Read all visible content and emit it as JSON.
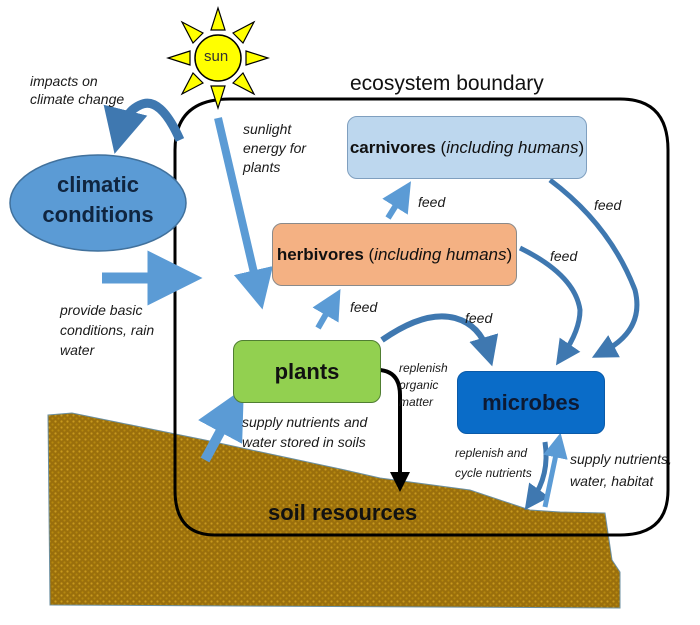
{
  "title": "ecosystem boundary",
  "colors": {
    "arrow_dark": "#3f78b0",
    "arrow_light": "#5b9bd5",
    "soil": "#9a6f0c",
    "carnivores_fill": "#bdd7ee",
    "herbivores_fill": "#f4b183",
    "plants_fill": "#92d050",
    "microbes_fill": "#0a6cc8",
    "climatic_fill": "#5b9bd5",
    "sun_fill": "#ffff00"
  },
  "nodes": {
    "sun": "sun",
    "climatic": {
      "line1": "climatic",
      "line2": "conditions"
    },
    "carnivores": {
      "main": "carnivores",
      "qualifier": "including humans"
    },
    "herbivores": {
      "main": "herbivores",
      "qualifier": "including humans"
    },
    "plants": "plants",
    "microbes": "microbes",
    "soil": "soil resources"
  },
  "labels": {
    "impacts": [
      "impacts on",
      "climate change"
    ],
    "sunlight": [
      "sunlight",
      "energy for",
      "plants"
    ],
    "provide": [
      "provide basic",
      "conditions, rain",
      "water"
    ],
    "feed_herb_carn": "feed",
    "feed_carn_mic": "feed",
    "feed_herb_mic": "feed",
    "feed_plants_herb": "feed",
    "feed_plants_mic": "feed",
    "replenish_organic": [
      "replenish",
      "organic",
      "matter"
    ],
    "supply_soils": [
      "supply nutrients and",
      "water stored in soils"
    ],
    "replenish_cycle": [
      "replenish and",
      "cycle nutrients"
    ],
    "supply_habitat": [
      "supply nutrients,",
      "water, habitat"
    ]
  }
}
